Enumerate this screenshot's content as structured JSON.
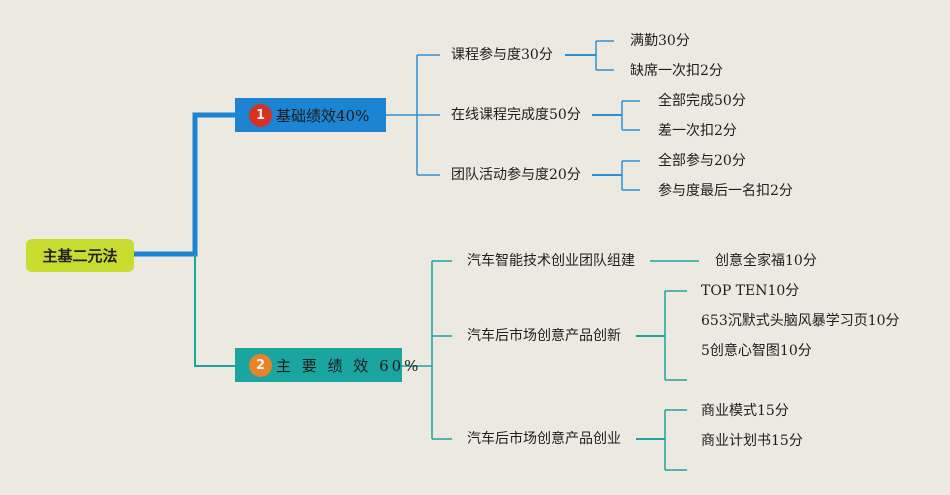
{
  "root": {
    "label": "主基二元法"
  },
  "branches": [
    {
      "badge": "1",
      "label": "基础绩效40%",
      "color": "#1d84d4",
      "children": [
        {
          "label": "课程参与度30分",
          "children": [
            "满勤30分",
            "缺席一次扣2分"
          ]
        },
        {
          "label": "在线课程完成度50分",
          "children": [
            "全部完成50分",
            "差一次扣2分"
          ]
        },
        {
          "label": "团队活动参与度20分",
          "children": [
            "全部参与20分",
            "参与度最后一名扣2分"
          ]
        }
      ]
    },
    {
      "badge": "2",
      "label": "主 要 绩 效 60%",
      "color": "#1aa5a0",
      "children": [
        {
          "label": "汽车智能技术创业团队组建",
          "children": [
            "创意全家福10分"
          ]
        },
        {
          "label": "汽车后市场创意产品创新",
          "children": [
            "TOP TEN10分",
            "653沉默式头脑风暴学习页10分",
            "5创意心智图10分"
          ]
        },
        {
          "label": "汽车后市场创意产品创业",
          "children": [
            "商业模式15分",
            "商业计划书15分"
          ]
        }
      ]
    }
  ],
  "colors": {
    "background": "#ebe9e0",
    "root": "#c6dd2f",
    "branch1": "#1d84d4",
    "branch2": "#1aa5a0",
    "badge1": "#d8311f",
    "badge2": "#e7832a"
  }
}
